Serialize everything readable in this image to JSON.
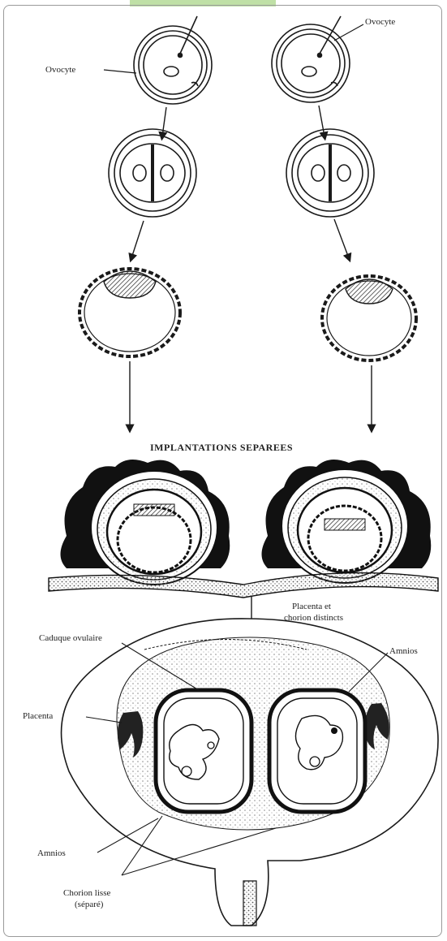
{
  "labels": {
    "ovocyte_left": "Ovocyte",
    "ovocyte_right": "Ovocyte",
    "implantations": "IMPLANTATIONS SEPAREES",
    "placenta_chorion_1": "Placenta et",
    "placenta_chorion_2": "chorion distincts",
    "caduque_ovulaire": "Caduque ovulaire",
    "amnios_right": "Amnios",
    "placenta": "Placenta",
    "amnios_left": "Amnios",
    "chorion_lisse_1": "Chorion lisse",
    "chorion_lisse_2": "(séparé)"
  },
  "colors": {
    "ink": "#1a1a1a",
    "stipple": "#9a9a9a",
    "frame": "#9a9a9a",
    "accent_bar": "#bfe0a6"
  }
}
